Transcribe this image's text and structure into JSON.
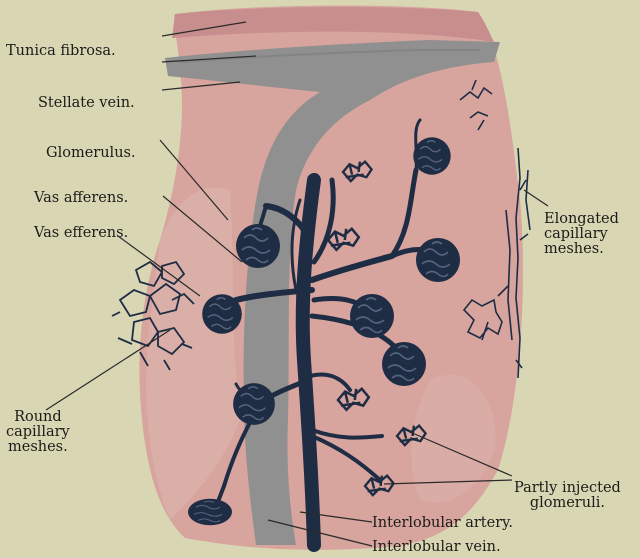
{
  "figure": {
    "labels": {
      "tunica_fibrosa": "Tunica fibrosa.",
      "stellate_vein": "Stellate vein.",
      "glomerulus": "Glomerulus.",
      "vas_afferens": "Vas afferens.",
      "vas_efferens": "Vas efferens.",
      "elongated_meshes": "Elongated\ncapillary\nmeshes.",
      "round_meshes": "Round\ncapillary\nmeshes.",
      "partly_injected": "Partly injected\nglomeruli.",
      "interlobular_artery": "Interlobular artery.",
      "interlobular_vein": "Interlobular vein."
    },
    "colors": {
      "background": "#d9d6b4",
      "tissue": "#d7a49e",
      "capsule": "#c88e8e",
      "vein": "#8f908f",
      "artery": "#1e2c44",
      "leader": "#2a2a2a"
    }
  }
}
